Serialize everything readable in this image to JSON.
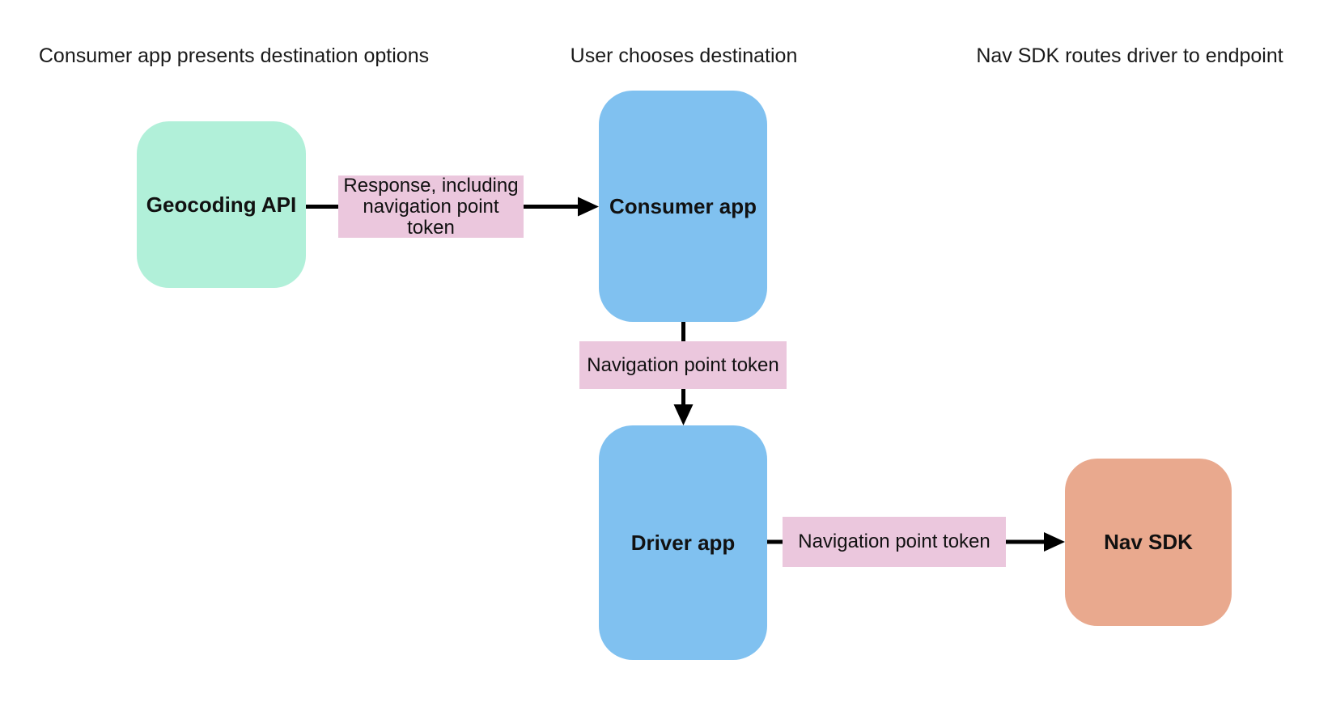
{
  "diagram": {
    "background_color": "#ffffff",
    "connector_color": "#000000",
    "text_color": "#1a1a1a",
    "stage_headers": [
      {
        "label": "Consumer app presents destination options"
      },
      {
        "label": "User chooses destination"
      },
      {
        "label": "Nav SDK routes driver to endpoint"
      }
    ],
    "nodes": [
      {
        "id": "geocoding-api",
        "label": "Geocoding API",
        "fill": "#B1F0D9"
      },
      {
        "id": "consumer-app",
        "label": "Consumer app",
        "fill": "#80C1F0"
      },
      {
        "id": "driver-app",
        "label": "Driver app",
        "fill": "#80C1F0"
      },
      {
        "id": "nav-sdk",
        "label": "Nav SDK",
        "fill": "#E9A98E"
      }
    ],
    "edges": [
      {
        "from": "Geocoding API",
        "to": "Consumer app",
        "label": "Response, including navigation point token",
        "label_fill": "#EBC7DD"
      },
      {
        "from": "Consumer app",
        "to": "Driver app",
        "label": "Navigation point token",
        "label_fill": "#EBC7DD"
      },
      {
        "from": "Driver app",
        "to": "Nav SDK",
        "label": "Navigation point token",
        "label_fill": "#EBC7DD"
      }
    ]
  }
}
